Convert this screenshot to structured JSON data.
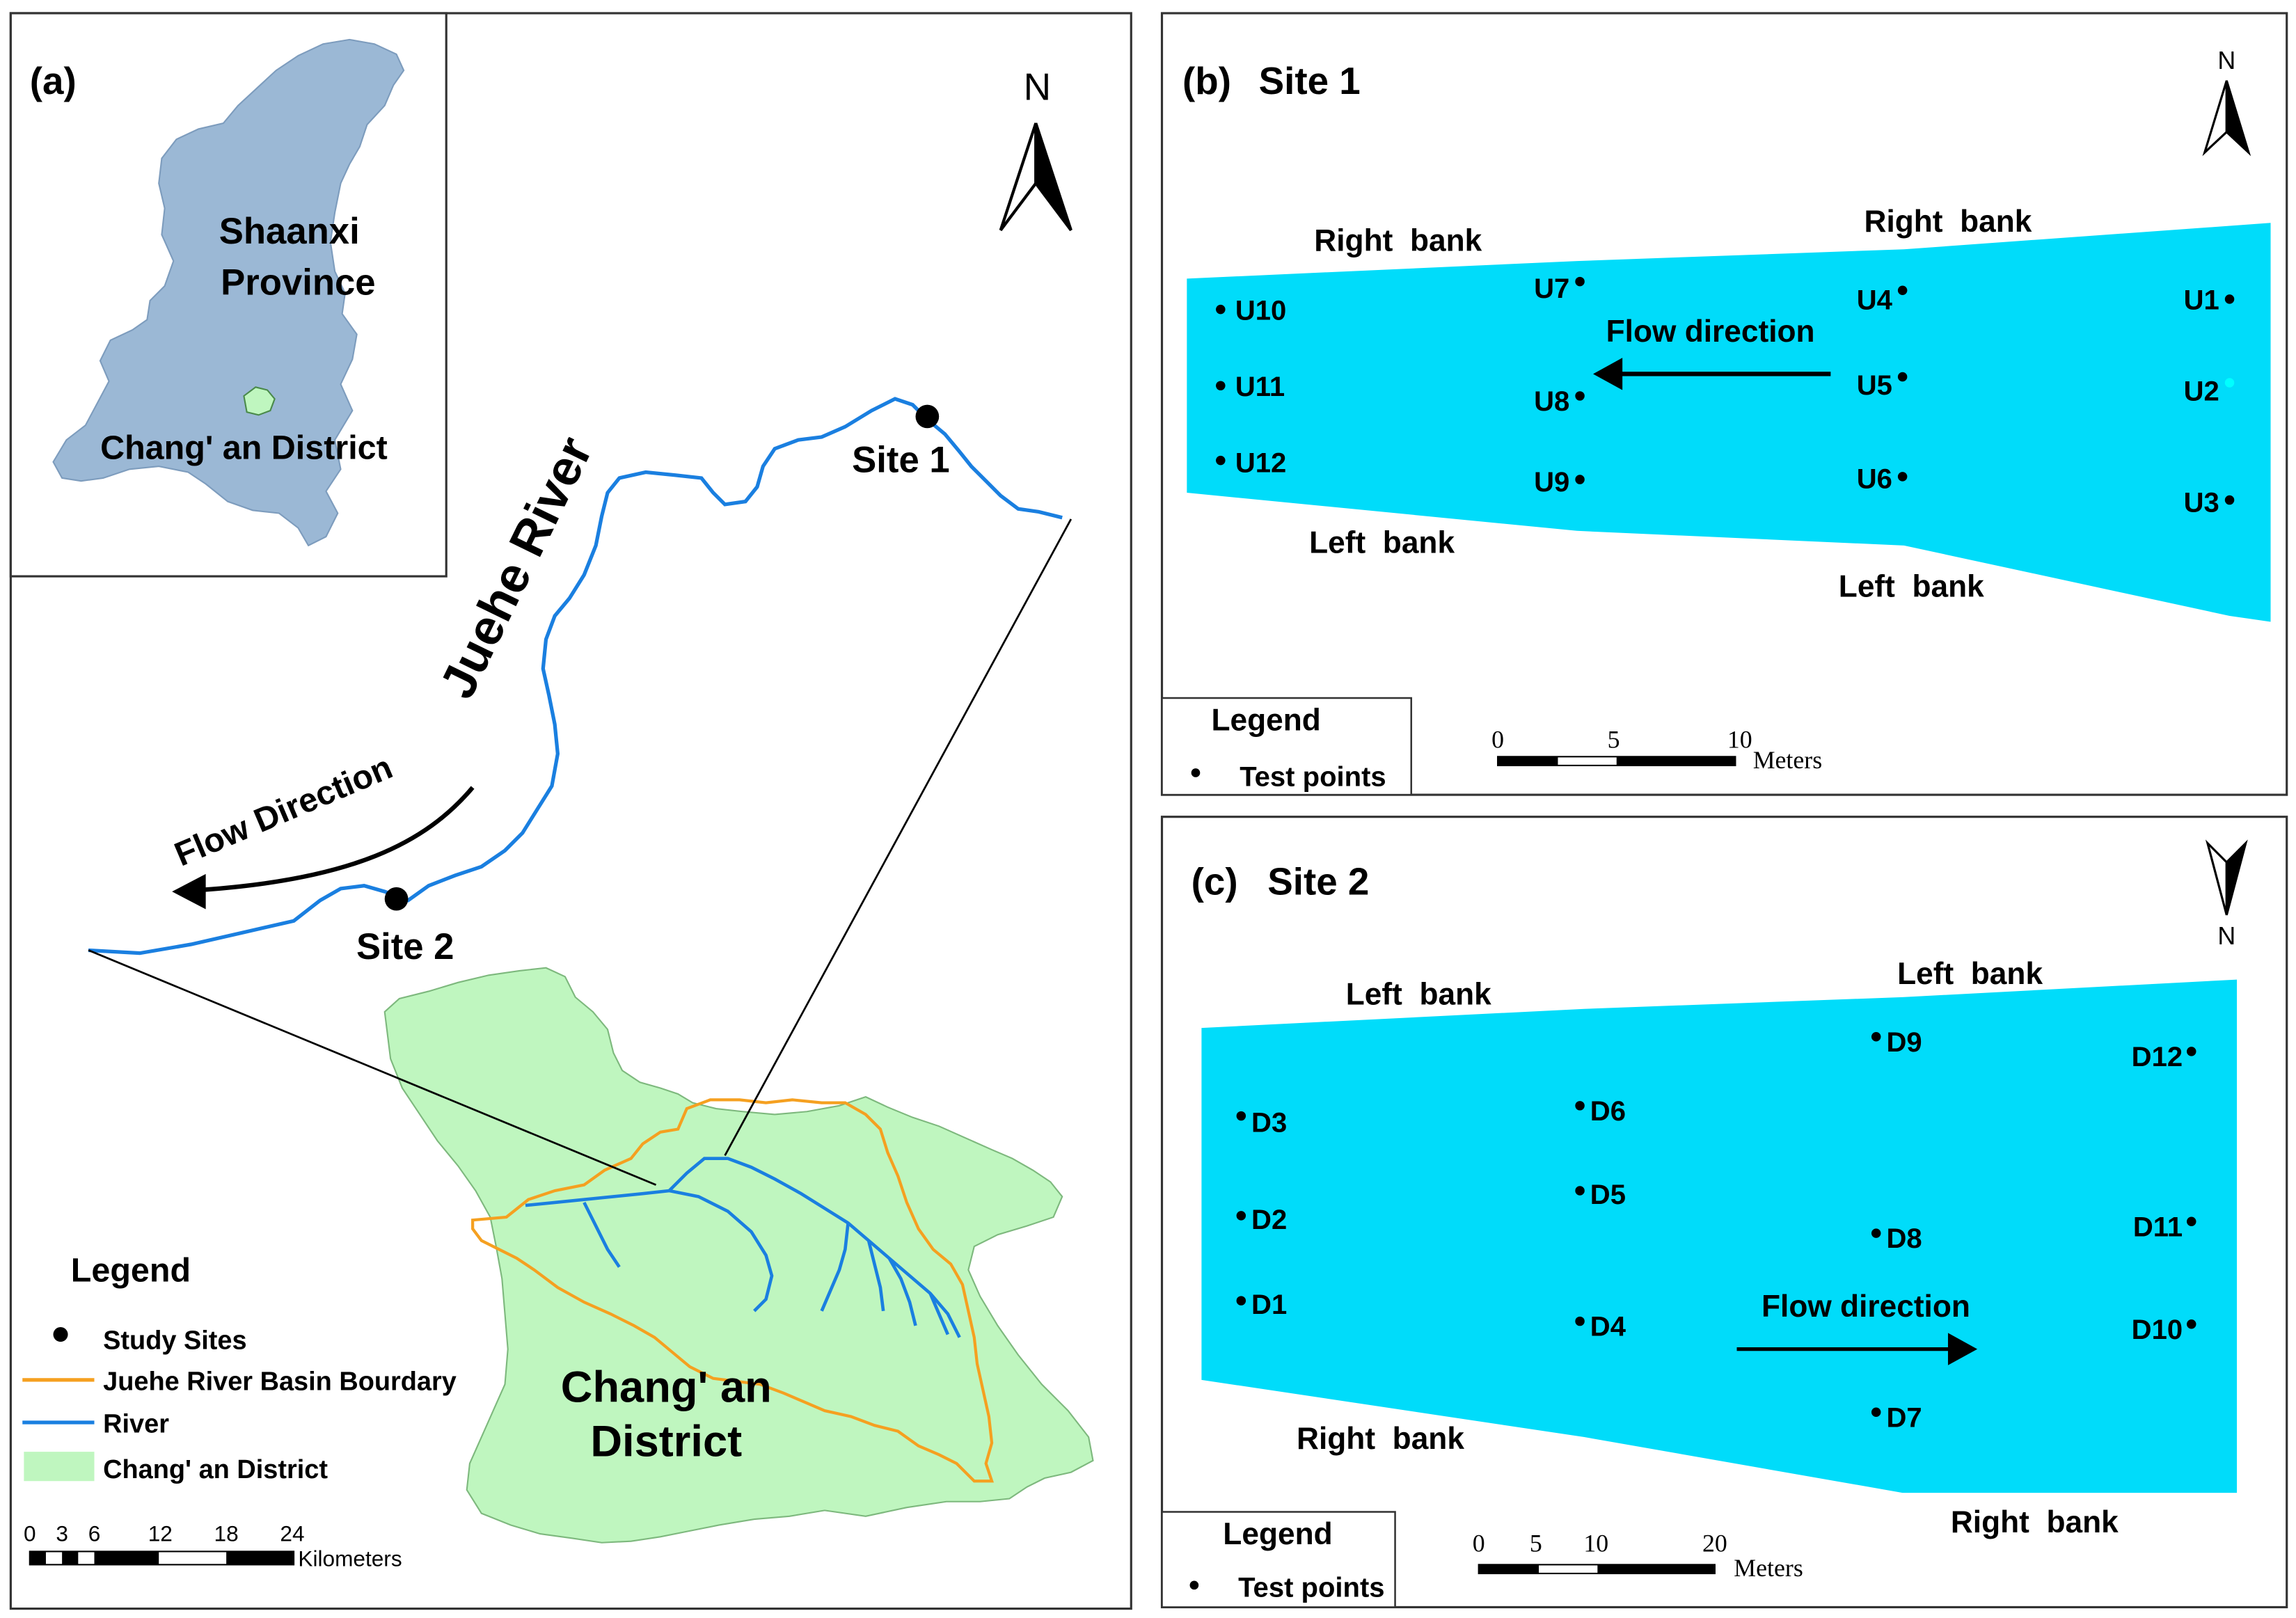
{
  "colors": {
    "shaanxi_fill": "#9bb8d5",
    "district_fill": "#bff6bf",
    "river_line": "#1a7fe0",
    "basin_boundary": "#f5a020",
    "channel_fill": "#00dcfa",
    "panel_border": "#333333",
    "text": "#000000"
  },
  "panel_a": {
    "label": "(a)",
    "inset": {
      "province_label_line1": "Shaanxi",
      "province_label_line2": "Province",
      "district_label": "Chang' an District"
    },
    "north": "N",
    "river_name": "Juehe River",
    "flow_label": "Flow Direction",
    "site1": "Site 1",
    "site2": "Site 2",
    "district_line1": "Chang' an",
    "district_line2": "District",
    "legend": {
      "title": "Legend",
      "items": [
        "Study Sites",
        "Juehe River Basin Bourdary",
        "River",
        "Chang' an District"
      ]
    },
    "scale": {
      "ticks": [
        "0",
        "3",
        "6",
        "12",
        "18",
        "24"
      ],
      "unit": "Kilometers"
    }
  },
  "panel_b": {
    "label": "(b)",
    "title": "Site 1",
    "north": "N",
    "bank_labels": [
      "Right  bank",
      "Right  bank",
      "Left  bank",
      "Left  bank"
    ],
    "flow_label": "Flow direction",
    "points": [
      "U1",
      "U2",
      "U3",
      "U4",
      "U5",
      "U6",
      "U7",
      "U8",
      "U9",
      "U10",
      "U11",
      "U12"
    ],
    "legend": {
      "title": "Legend",
      "item": "Test points"
    },
    "scale": {
      "ticks": [
        "0",
        "5",
        "10"
      ],
      "unit": "Meters"
    }
  },
  "panel_c": {
    "label": "(c)",
    "title": "Site 2",
    "north": "N",
    "bank_labels": [
      "Left  bank",
      "Left  bank",
      "Right  bank",
      "Right  bank"
    ],
    "flow_label": "Flow direction",
    "points": [
      "D1",
      "D2",
      "D3",
      "D4",
      "D5",
      "D6",
      "D7",
      "D8",
      "D9",
      "D10",
      "D11",
      "D12"
    ],
    "legend": {
      "title": "Legend",
      "item": "Test points"
    },
    "scale": {
      "ticks": [
        "0",
        "5",
        "10",
        "20"
      ],
      "unit": "Meters"
    }
  }
}
